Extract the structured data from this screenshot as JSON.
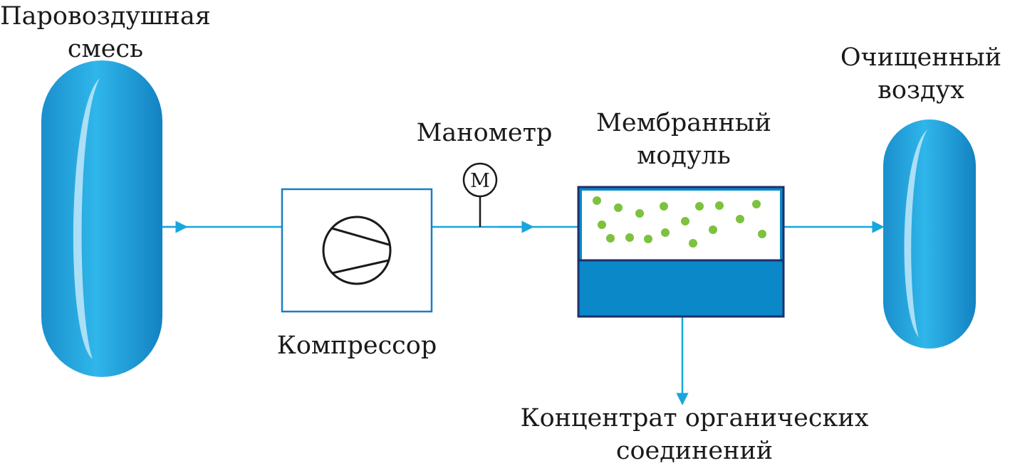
{
  "labels": {
    "source": {
      "line1": "Паровоздушная",
      "line2": "смесь"
    },
    "clean": {
      "line1": "Очищенный",
      "line2": "воздух"
    },
    "manometer": "Манометр",
    "manometer_symbol": "М",
    "membrane": {
      "line1": "Мембранный",
      "line2": "модуль"
    },
    "compressor": "Компрессор",
    "concentrate": {
      "line1": "Концентрат органических",
      "line2": "соединений"
    }
  },
  "colors": {
    "tank": "#1ea2db",
    "tank_highlight": "#b8e4f8",
    "line": "#19a6dd",
    "compressor_border": "#1b7dc0",
    "membrane_dark": "#0a88c8",
    "membrane_border": "#1d2f6b",
    "particles": "#7cc23d"
  }
}
